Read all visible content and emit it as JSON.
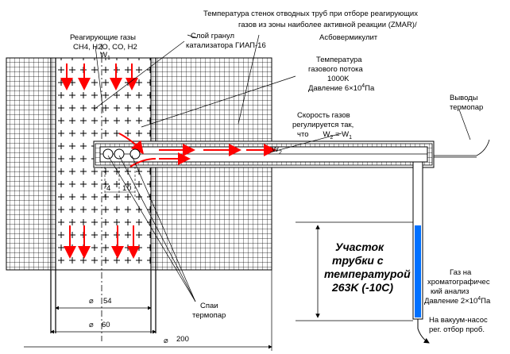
{
  "title_line1": "Температура стенок отводных труб  при отборе реагирующих",
  "title_line2": "газов  из зоны наиболее активной реакции  (ZMAR)/",
  "reacting_gases_label": "Реагирующие газы",
  "reacting_gases_formula": "CH4, H2O, CO, H2",
  "w1_label": "W",
  "w1_sub": "1",
  "catalyst_line1": "Слой гранул",
  "catalyst_line2": "катализатора ГИАП-16",
  "asbestos_label": "Асбовермикулит",
  "gas_temp_line1": "Температура",
  "gas_temp_line2": "газового потока",
  "gas_temp_value": "1000K",
  "pressure_line": "Давление 6×10",
  "pressure_exp": "4",
  "pressure_unit": "Па",
  "speed_line1": "Скорость газов",
  "speed_line2": "регулируется так,",
  "speed_line3_a": "что",
  "speed_line3_b": "W",
  "speed_line3_sub": "2",
  "speed_line3_c": " = W",
  "speed_line3_sub2": "1",
  "w2_label": "W",
  "w2_sub": "2",
  "thermocouple_out_line1": "Выводы",
  "thermocouple_out_line2": "термопар",
  "section_line1": "Участок",
  "section_line2": "трубки с",
  "section_line3": "температурой",
  "section_line4": "263K (-10C)",
  "junctions_line1": "Спаи",
  "junctions_line2": "термопар",
  "analysis_line1": "Газ на",
  "analysis_line2": "хроматографичес",
  "analysis_line3": "кий анализ",
  "analysis_line4": "Давление 2×10",
  "analysis_exp": "4",
  "analysis_unit": "Па",
  "vacuum_line1": "На вакуум-насос",
  "vacuum_line2": "рег. отбор проб.",
  "dim_54": "54",
  "dim_60": "60",
  "dim_200": "200",
  "small_dim_a": "4",
  "small_dim_b": "1",
  "small_dim_c": "0",
  "colors": {
    "arrow_red": "#ff0000",
    "tube_blue": "#0070ff",
    "grid": "#000000"
  }
}
